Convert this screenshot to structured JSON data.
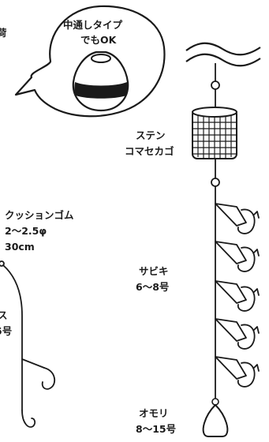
{
  "colors": {
    "line": "#1a1a1a",
    "float_band": "#1a1a1a",
    "float_body": "#ffffff",
    "background": "#ffffff"
  },
  "cropped_left_texts": {
    "top": "荷",
    "bottom_line1": "ス",
    "bottom_line2": "5号"
  },
  "bubble": {
    "line1": "中通しタイプ",
    "line2": "でもOK"
  },
  "labels": {
    "basket_line1": "ステン",
    "basket_line2": "コマセカゴ",
    "cushion_line1": "クッションゴム",
    "cushion_line2": "2〜2.5φ",
    "cushion_line3": "30cm",
    "sabiki_line1": "サビキ",
    "sabiki_line2": "6〜8号",
    "sinker_line1": "オモリ",
    "sinker_line2": "8〜15号"
  },
  "icons": [
    "water-wave-icon",
    "float-icon",
    "bead-icon",
    "basket-icon",
    "hook-icon",
    "sinker-icon"
  ]
}
